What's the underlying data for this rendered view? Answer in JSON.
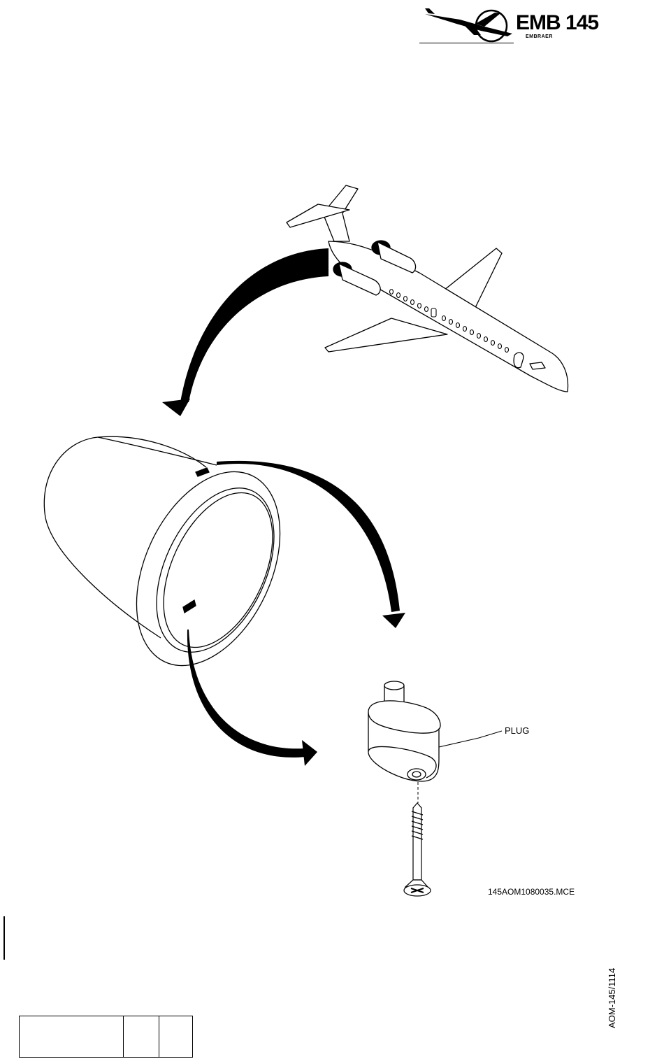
{
  "header": {
    "logo_text": "EMB 145",
    "logo_subtext": "EMBRAER"
  },
  "illustration": {
    "part_label": "PLUG",
    "figure_code": "145AOM1080035.MCE"
  },
  "footer": {
    "document_code": "AOM-145/1114"
  },
  "icons": [
    "aircraft-icon",
    "engine-nacelle-icon",
    "plug-icon",
    "screw-icon",
    "arrow-icon"
  ]
}
